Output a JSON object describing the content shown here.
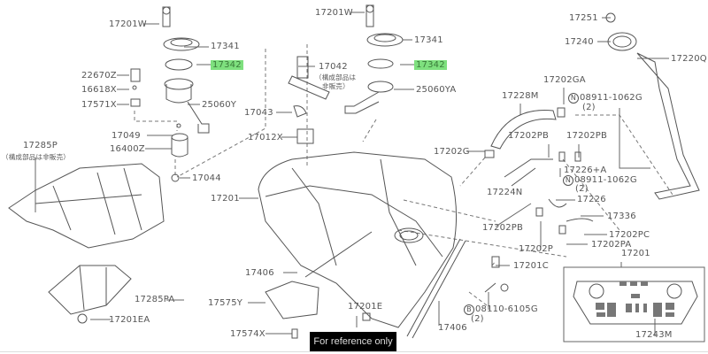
{
  "labels": {
    "p17201W_a": "17201W",
    "p17341_a": "17341",
    "p17342_a": "17342",
    "p22670Z": "22670Z",
    "p16618X": "16618X",
    "p17571X": "17571X",
    "p25060Y": "25060Y",
    "p17049": "17049",
    "p16400Z": "16400Z",
    "p17044": "17044",
    "p17285P": "17285P",
    "note_17285P": "（構成部品は非販売）",
    "p17042": "17042",
    "note_17042_1": "（構成部品は",
    "note_17042_2": "非販売）",
    "p17043": "17043",
    "p17012X": "17012X",
    "p17201W_b": "17201W",
    "p17341_b": "17341",
    "p17342_b": "17342",
    "p25060YA": "25060YA",
    "p17201": "17201",
    "p17202G": "17202G",
    "p17251": "17251",
    "p17240": "17240",
    "p17220Q": "17220Q",
    "p17202GA": "17202GA",
    "p17228M": "17228M",
    "n_mark": "N",
    "p08911_a": "08911-1062G",
    "qty_a": "(2)",
    "p17202PB_a": "17202PB",
    "p17202PB_b": "17202PB",
    "p17226A": "17226+A",
    "p08911_b": "08911-1062G",
    "qty_b": "(2)",
    "p17224N": "17224N",
    "p17226": "17226",
    "p17336": "17336",
    "p17202PC": "17202PC",
    "p17202PA": "17202PA",
    "p17202PB_c": "17202PB",
    "p17202P": "17202P",
    "p17201_box": "17201",
    "p17201C": "17201C",
    "b_mark": "B",
    "p08110": "08110-6105G",
    "qty_c": "(2)",
    "p17406_b": "17406",
    "p17243M": "17243M",
    "p17406_a": "17406",
    "p17575Y": "17575Y",
    "p17574X": "17574X",
    "p17201E": "17201E",
    "p17285PA": "17285PA",
    "p17201EA": "17201EA"
  },
  "highlight_color": "#7ee07e",
  "watermark": "For reference only"
}
